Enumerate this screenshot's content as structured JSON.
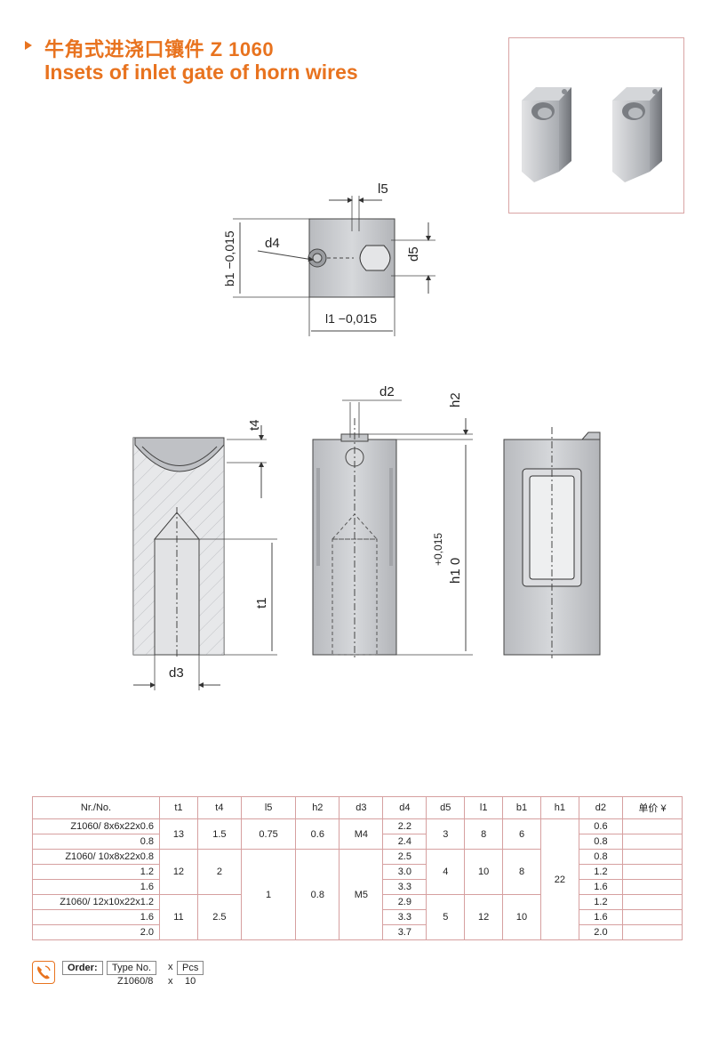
{
  "title": {
    "cn": "牛角式进浇口镶件 Z 1060",
    "en": "Insets of inlet gate of horn wires"
  },
  "dims": {
    "l5": "l5",
    "d4": "d4",
    "d5": "d5",
    "b1": "b1 −0,015",
    "l1": "l1 −0,015",
    "d2": "d2",
    "h2": "h2",
    "t4": "t4",
    "t1": "t1",
    "d3": "d3",
    "h1": "h1 0",
    "h1_tol": "+0,015"
  },
  "table": {
    "headers": [
      "Nr./No.",
      "t1",
      "t4",
      "l5",
      "h2",
      "d3",
      "d4",
      "d5",
      "l1",
      "b1",
      "h1",
      "d2",
      "单价 ¥"
    ],
    "nr": [
      "Z1060/ 8x6x22x0.6",
      "0.8",
      "Z1060/ 10x8x22x0.8",
      "1.2",
      "1.6",
      "Z1060/ 12x10x22x1.2",
      "1.6",
      "2.0"
    ],
    "t1": [
      "13",
      "12",
      "11"
    ],
    "t4": [
      "1.5",
      "2",
      "2.5"
    ],
    "l5": [
      "0.75",
      "1"
    ],
    "h2": [
      "0.6",
      "0.8"
    ],
    "d3": [
      "M4",
      "M5"
    ],
    "d4": [
      "2.2",
      "2.4",
      "2.5",
      "3.0",
      "3.3",
      "2.9",
      "3.3",
      "3.7"
    ],
    "d5": [
      "3",
      "4",
      "5"
    ],
    "l1": [
      "8",
      "10",
      "12"
    ],
    "b1": [
      "6",
      "8",
      "10"
    ],
    "h1": "22",
    "d2": [
      "0.6",
      "0.8",
      "0.8",
      "1.2",
      "1.6",
      "1.2",
      "1.6",
      "2.0"
    ]
  },
  "order": {
    "label": "Order:",
    "type_label": "Type No.",
    "x": "x",
    "pcs_label": "Pcs",
    "type_value": "Z1060/8",
    "pcs_value": "10"
  },
  "colors": {
    "accent": "#e8731f",
    "table_border": "#d6a0a0",
    "metal": "#c9cbcf"
  },
  "icons": {
    "title_marker": "triangle-right-icon",
    "order": "phone-icon"
  }
}
